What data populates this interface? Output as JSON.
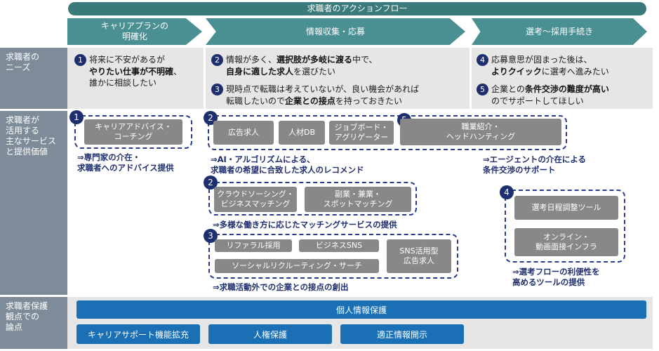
{
  "banner": "求職者のアクションフロー",
  "phases": [
    "キャリアプランの\n明確化",
    "情報収集・応募",
    "選考～採用手続き"
  ],
  "row_labels": [
    "求職者の\nニーズ",
    "求職者が\n活用する\n主なサービス\nと提供価値",
    "求職者保護\n観点での\n論点"
  ],
  "needs": {
    "n1": {
      "num": "1",
      "t1": "将来に不安があるが",
      "t2": "やりたい仕事が不明確",
      "t3": "、",
      "t4": "誰かに相談したい"
    },
    "n2": {
      "num": "2",
      "t1": "情報が多く、",
      "t2": "選択肢が多岐に渡る",
      "t3": "中で、",
      "t4": "自身に適した求人",
      "t5": "を選びたい"
    },
    "n3": {
      "num": "3",
      "t1": "現時点で転職は考えていないが、良い機会があれば",
      "t2": "転職したいので",
      "t3": "企業との接点",
      "t4": "を持っておきたい"
    },
    "n4": {
      "num": "4",
      "t1": "応募意思が固まった後は、",
      "t2": "よりクイック",
      "t3": "に選考へ進みたい"
    },
    "n5": {
      "num": "5",
      "t1": "企業との",
      "t2": "条件交渉の難度が高い",
      "t3": "のでサポートしてほしい"
    }
  },
  "services": {
    "career_advice": "キャリアアドバイス・\nコーチング",
    "job_ads": "広告求人",
    "talent_db": "人材DB",
    "job_board": "ジョブボード・\nアグリゲーター",
    "agency": "職業紹介・\nヘッドハンティング",
    "crowdsourcing": "クラウドソーシング・\nビジネスマッチング",
    "side_job": "副業・兼業・\nスポットマッチング",
    "referral": "リファラル採用",
    "business_sns": "ビジネスSNS",
    "sns_ads": "SNS活用型\n広告求人",
    "social_recruit": "ソーシャルリクルーティング・サーチ",
    "schedule_tool": "選考日程調整ツール",
    "online_interview": "オンライン・\n動画面接インフラ"
  },
  "badges": {
    "b1": "1",
    "b2": "2",
    "b5": "5",
    "b2b": "2",
    "b3": "3",
    "b4": "4"
  },
  "notes": {
    "expert": "⇒専門家の介在・\n求職者へのアドバイス提供",
    "ai": "⇒AI・アルゴリズムによる、\n求職者の希望に合致した求人のレコメンド",
    "agent": "⇒エージェントの介在による\n条件交渉のサポート",
    "matching": "⇒多様な働き方に応じたマッチングサービスの提供",
    "contact": "⇒求職活動外での企業との接点の創出",
    "tools": "⇒選考フローの利便性を\n高めるツールの提供"
  },
  "protection": {
    "privacy": "個人情報保護",
    "career_support": "キャリアサポート機能拡充",
    "human_rights": "人権保護",
    "disclosure": "適正情報開示"
  }
}
